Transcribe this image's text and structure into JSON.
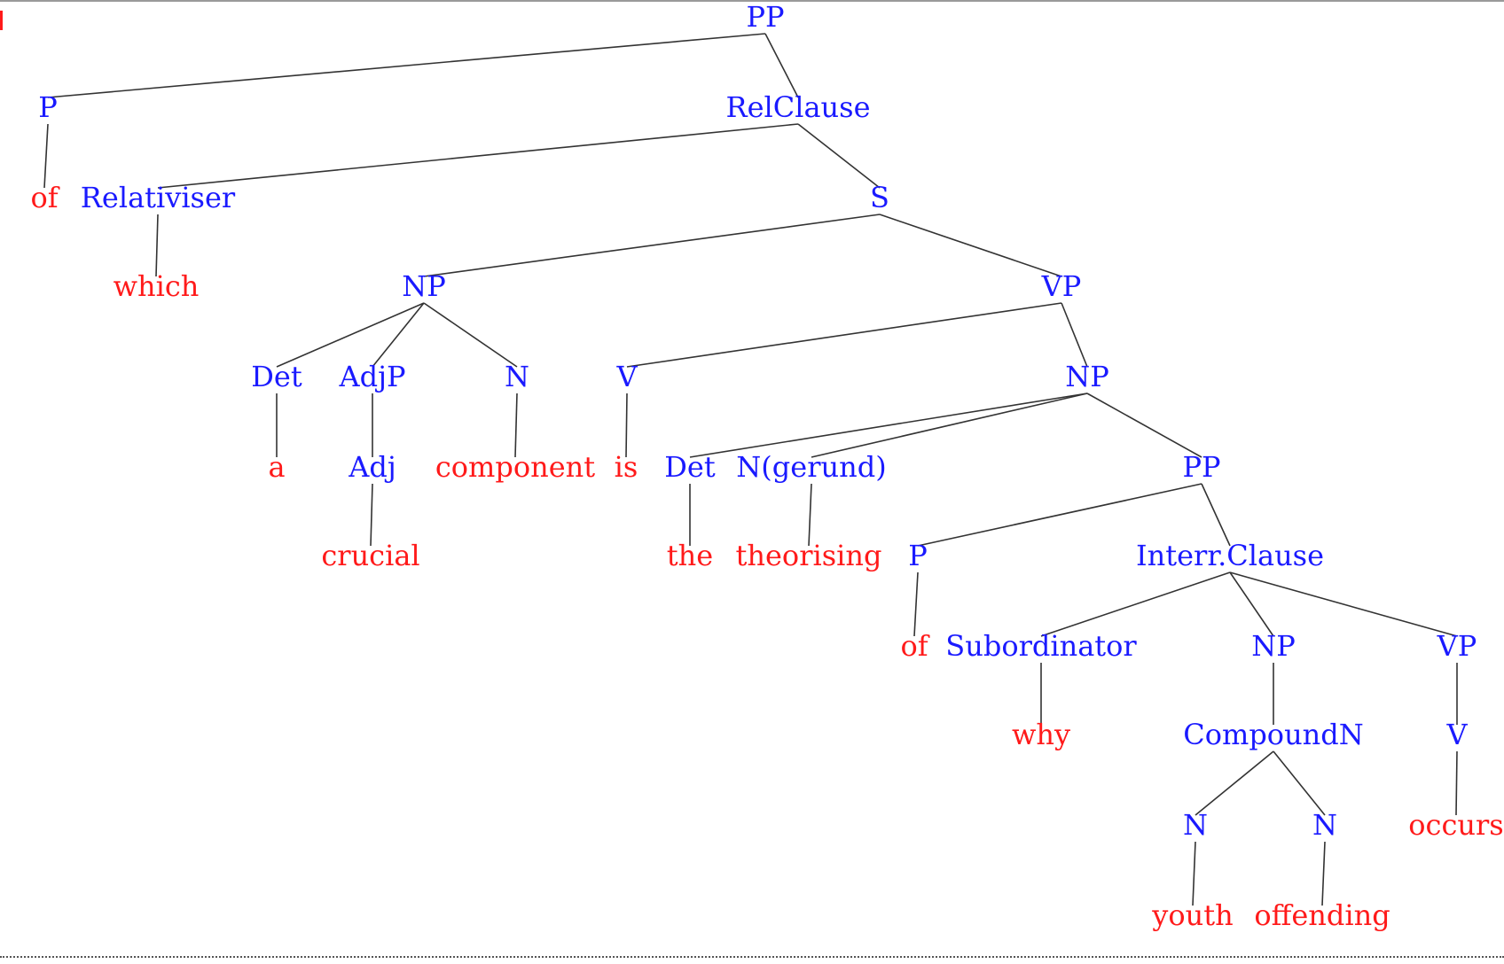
{
  "colors": {
    "category": "#1a1aff",
    "word": "#ff1a1a",
    "edge": "#333333",
    "marker": "#ff1a1a"
  },
  "tree": {
    "id": "pp-root",
    "label": "PP",
    "kind": "category",
    "children": [
      {
        "id": "p-1",
        "label": "P",
        "kind": "category",
        "children": [
          {
            "id": "w-of-1",
            "label": "of",
            "kind": "word"
          }
        ]
      },
      {
        "id": "relclause",
        "label": "RelClause",
        "kind": "category",
        "children": [
          {
            "id": "relativiser",
            "label": "Relativiser",
            "kind": "category",
            "children": [
              {
                "id": "w-which",
                "label": "which",
                "kind": "word"
              }
            ]
          },
          {
            "id": "s",
            "label": "S",
            "kind": "category",
            "children": [
              {
                "id": "np-1",
                "label": "NP",
                "kind": "category",
                "children": [
                  {
                    "id": "det-1",
                    "label": "Det",
                    "kind": "category",
                    "children": [
                      {
                        "id": "w-a",
                        "label": "a",
                        "kind": "word"
                      }
                    ]
                  },
                  {
                    "id": "adjp",
                    "label": "AdjP",
                    "kind": "category",
                    "children": [
                      {
                        "id": "adj",
                        "label": "Adj",
                        "kind": "category",
                        "children": [
                          {
                            "id": "w-crucial",
                            "label": "crucial",
                            "kind": "word"
                          }
                        ]
                      }
                    ]
                  },
                  {
                    "id": "n-1",
                    "label": "N",
                    "kind": "category",
                    "children": [
                      {
                        "id": "w-component",
                        "label": "component",
                        "kind": "word"
                      }
                    ]
                  }
                ]
              },
              {
                "id": "vp-1",
                "label": "VP",
                "kind": "category",
                "children": [
                  {
                    "id": "v-1",
                    "label": "V",
                    "kind": "category",
                    "children": [
                      {
                        "id": "w-is",
                        "label": "is",
                        "kind": "word"
                      }
                    ]
                  },
                  {
                    "id": "np-2",
                    "label": "NP",
                    "kind": "category",
                    "children": [
                      {
                        "id": "det-2",
                        "label": "Det",
                        "kind": "category",
                        "children": [
                          {
                            "id": "w-the",
                            "label": "the",
                            "kind": "word"
                          }
                        ]
                      },
                      {
                        "id": "n-gerund",
                        "label": "N(gerund)",
                        "kind": "category",
                        "children": [
                          {
                            "id": "w-theorising",
                            "label": "theorising",
                            "kind": "word"
                          }
                        ]
                      },
                      {
                        "id": "pp-2",
                        "label": "PP",
                        "kind": "category",
                        "children": [
                          {
                            "id": "p-2",
                            "label": "P",
                            "kind": "category",
                            "children": [
                              {
                                "id": "w-of-2",
                                "label": "of",
                                "kind": "word"
                              }
                            ]
                          },
                          {
                            "id": "interr-clause",
                            "label": "Interr.Clause",
                            "kind": "category",
                            "children": [
                              {
                                "id": "subordinator",
                                "label": "Subordinator",
                                "kind": "category",
                                "children": [
                                  {
                                    "id": "w-why",
                                    "label": "why",
                                    "kind": "word"
                                  }
                                ]
                              },
                              {
                                "id": "np-3",
                                "label": "NP",
                                "kind": "category",
                                "children": [
                                  {
                                    "id": "compoundn",
                                    "label": "CompoundN",
                                    "kind": "category",
                                    "children": [
                                      {
                                        "id": "n-2",
                                        "label": "N",
                                        "kind": "category",
                                        "children": [
                                          {
                                            "id": "w-youth",
                                            "label": "youth",
                                            "kind": "word"
                                          }
                                        ]
                                      },
                                      {
                                        "id": "n-3",
                                        "label": "N",
                                        "kind": "category",
                                        "children": [
                                          {
                                            "id": "w-offending",
                                            "label": "offending",
                                            "kind": "word"
                                          }
                                        ]
                                      }
                                    ]
                                  }
                                ]
                              },
                              {
                                "id": "vp-2",
                                "label": "VP",
                                "kind": "category",
                                "children": [
                                  {
                                    "id": "v-2",
                                    "label": "V",
                                    "kind": "category",
                                    "children": [
                                      {
                                        "id": "w-occurs",
                                        "label": "occurs",
                                        "kind": "word"
                                      }
                                    ]
                                  }
                                ]
                              }
                            ]
                          }
                        ]
                      }
                    ]
                  }
                ]
              }
            ]
          }
        ]
      }
    ]
  }
}
